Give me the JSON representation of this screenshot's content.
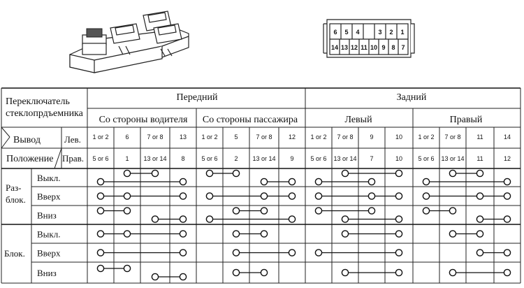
{
  "header": {
    "title_lines": [
      "Переключатель",
      "стеклопрдъемника"
    ],
    "front": "Передний",
    "rear": "Задний",
    "driver_side": "Со стороны водителя",
    "passenger_side": "Со стороны пассажира",
    "left": "Левый",
    "right": "Правый",
    "output_label": "Вывод",
    "position_label": "Положение",
    "lev": "Лев.",
    "prav": "Прав."
  },
  "connector": {
    "top_row": [
      "6",
      "5",
      "4",
      "",
      "3",
      "2",
      "1"
    ],
    "bottom_row": [
      "14",
      "13",
      "12",
      "11",
      "10",
      "9",
      "8",
      "7"
    ]
  },
  "terminals_lev": [
    "1 or 2",
    "6",
    "7 or 8",
    "13",
    "1 or 2",
    "5",
    "7 or 8",
    "12",
    "1 or 2",
    "7 or 8",
    "9",
    "10",
    "1 or 2",
    "7 or 8",
    "11",
    "14"
  ],
  "terminals_prav": [
    "5 or 6",
    "1",
    "13 or 14",
    "8",
    "5 or 6",
    "2",
    "13 or 14",
    "9",
    "5 or 6",
    "13 or 14",
    "7",
    "10",
    "5 or 6",
    "13 or 14",
    "11",
    "12"
  ],
  "groups": [
    {
      "name": "Раз-\nблок.",
      "name_lines": [
        "Раз-",
        "блок."
      ]
    },
    {
      "name": "Блок.",
      "name_lines": [
        "Блок."
      ]
    }
  ],
  "positions": [
    "Выкл.",
    "Вверх",
    "Вниз",
    "Выкл.",
    "Вверх",
    "Вниз"
  ],
  "continuity": [
    [
      [
        [
          1,
          2
        ],
        [
          0,
          3
        ]
      ],
      [
        [
          0,
          1
        ],
        [
          2,
          3
        ]
      ],
      [
        [
          1,
          3
        ],
        [
          0,
          2
        ]
      ],
      [
        [
          1,
          2
        ],
        [
          0,
          3
        ]
      ]
    ],
    [
      [
        [
          0,
          1,
          3
        ]
      ],
      [
        [
          0,
          2,
          3
        ]
      ],
      [
        [
          0,
          2,
          3
        ]
      ],
      [
        [
          0,
          2,
          3
        ]
      ]
    ],
    [
      [
        [
          0,
          1
        ],
        [
          2,
          3
        ]
      ],
      [
        [
          1,
          2
        ],
        [
          0,
          3
        ]
      ],
      [
        [
          0,
          2
        ],
        [
          1,
          3
        ]
      ],
      [
        [
          0,
          1
        ],
        [
          2,
          3
        ]
      ]
    ],
    [
      [
        [
          0,
          1,
          3
        ]
      ],
      [
        [
          1,
          2
        ]
      ],
      [
        [
          1,
          3
        ]
      ],
      [
        [
          1,
          2
        ]
      ]
    ],
    [
      [
        [
          0,
          3
        ]
      ],
      [
        [
          1,
          3
        ]
      ],
      [
        [
          0,
          3
        ]
      ],
      [
        [
          2,
          3
        ]
      ]
    ],
    [
      [
        [
          0,
          1
        ],
        [
          2,
          3
        ]
      ],
      [
        [
          1,
          2
        ]
      ],
      [
        [
          1,
          3
        ]
      ],
      [
        [
          1,
          3
        ]
      ]
    ]
  ]
}
